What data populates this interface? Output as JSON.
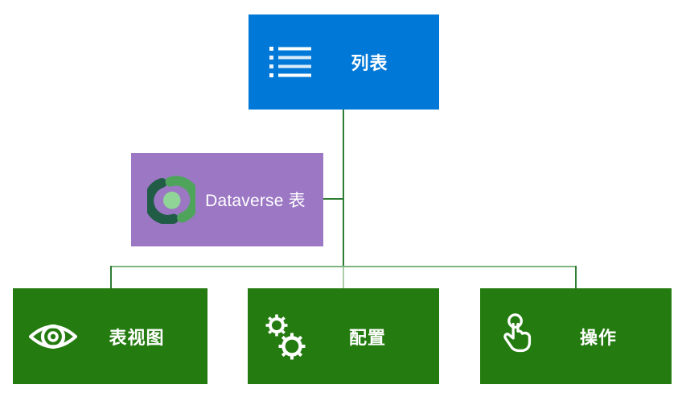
{
  "diagram": {
    "nodes": {
      "root": {
        "label": "列表",
        "icon": "list-icon"
      },
      "side": {
        "label": "Dataverse 表",
        "icon": "dataverse-logo"
      },
      "children": [
        {
          "label": "表视图",
          "icon": "eye-icon"
        },
        {
          "label": "配置",
          "icon": "gears-icon"
        },
        {
          "label": "操作",
          "icon": "tap-icon"
        }
      ]
    }
  },
  "colors": {
    "root_bg": "#0078D7",
    "side_bg": "#9B77C4",
    "child_bg": "#247B10",
    "connector_dark": "#2F7D32",
    "connector_light": "#7FB57F",
    "connector_faded": "#A9CDA9",
    "icon_fg": "#FFFFFF",
    "dataverse_dark": "#205C46",
    "dataverse_mid": "#4FA45C",
    "dataverse_light": "#90D498"
  }
}
